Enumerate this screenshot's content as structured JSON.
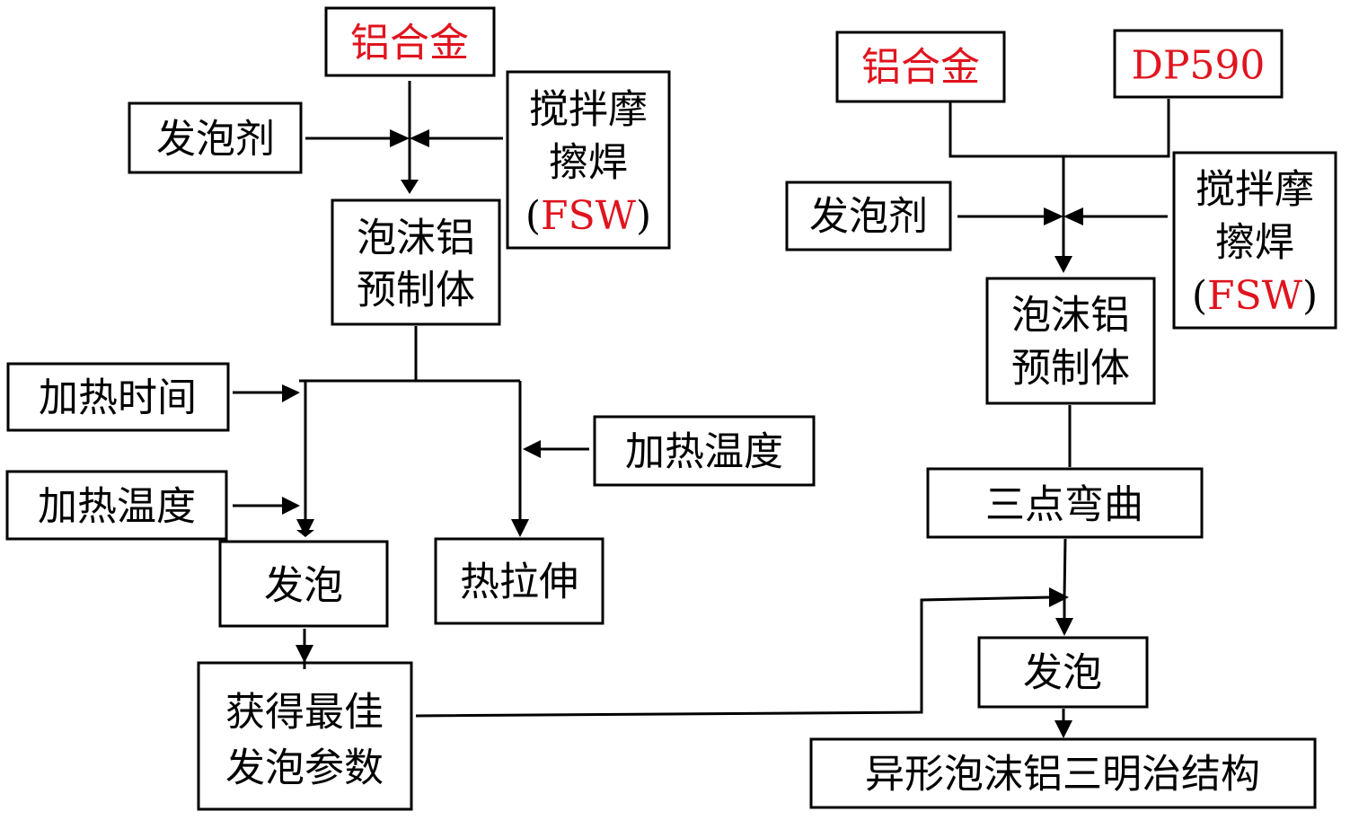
{
  "colors": {
    "highlight": "#e0141e",
    "line": "#000000"
  },
  "left_flow": {
    "aluminum_alloy": {
      "lines": [
        "铝合金"
      ],
      "red": true
    },
    "foaming_agent": {
      "lines": [
        "发泡剂"
      ]
    },
    "fsw": {
      "lines": [
        "搅拌摩",
        "擦焊"
      ],
      "paren_open": "(",
      "paren_red": "FSW",
      "paren_close": ")"
    },
    "preform": {
      "lines": [
        "泡沫铝",
        "预制体"
      ]
    },
    "heating_time": {
      "lines": [
        "加热时间"
      ]
    },
    "heating_temp_foam": {
      "lines": [
        "加热温度"
      ]
    },
    "heating_temp_stretch": {
      "lines": [
        "加热温度"
      ]
    },
    "foaming": {
      "lines": [
        "发泡"
      ]
    },
    "hot_stretch": {
      "lines": [
        "热拉伸"
      ]
    },
    "best_params": {
      "lines": [
        "获得最佳",
        "发泡参数"
      ]
    }
  },
  "right_flow": {
    "aluminum_alloy": {
      "lines": [
        "铝合金"
      ],
      "red": true
    },
    "dp590": {
      "lines": [
        "DP590"
      ],
      "red": true
    },
    "foaming_agent": {
      "lines": [
        "发泡剂"
      ]
    },
    "fsw": {
      "lines": [
        "搅拌摩",
        "擦焊"
      ],
      "paren_open": "(",
      "paren_red": "FSW",
      "paren_close": ")"
    },
    "preform": {
      "lines": [
        "泡沫铝",
        "预制体"
      ]
    },
    "three_point_bending": {
      "lines": [
        "三点弯曲"
      ]
    },
    "foaming": {
      "lines": [
        "发泡"
      ]
    },
    "sandwich": {
      "lines": [
        "异形泡沫铝三明治结构"
      ]
    }
  }
}
